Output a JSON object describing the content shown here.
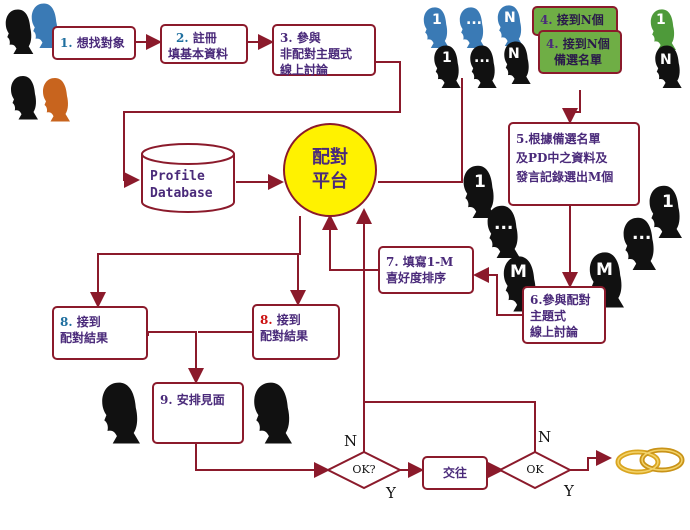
{
  "steps": {
    "s1": {
      "num": "1.",
      "text": "想找對象"
    },
    "s2": {
      "num": "2.",
      "line1": "註冊",
      "line2": "填基本資料"
    },
    "s3": {
      "num": "3.",
      "line1": "參與",
      "line2": "非配對主題式",
      "line3": "線上討論"
    },
    "s4a": {
      "num": "4.",
      "text": "接到N個"
    },
    "s4b": {
      "num": "4.",
      "line1": "接到N個",
      "line2": "備選名單"
    },
    "s5": {
      "num": "5.",
      "line1": "根據備選名單",
      "line2": "及PD中之資料及",
      "line3": "發言記錄選出M個"
    },
    "s6": {
      "num": "6.",
      "line1": "參與配對",
      "line2": "主題式",
      "line3": "線上討論"
    },
    "s7": {
      "num": "7.",
      "line1": "填寫1-M",
      "line2": "喜好度排序"
    },
    "s8a": {
      "num": "8.",
      "line1": "接到",
      "line2": "配對結果"
    },
    "s8b": {
      "num": "8.",
      "line1": "接到",
      "line2": "配對結果"
    },
    "s9": {
      "num": "9.",
      "text": "安排見面"
    },
    "date": {
      "text": "交往"
    }
  },
  "database": {
    "line1": "Profile",
    "line2": "Database"
  },
  "hub": {
    "line1": "配對",
    "line2": "平台"
  },
  "decisions": {
    "ok1": "OK?",
    "ok2": "OK",
    "n1": "N",
    "y1": "Y",
    "n2": "N",
    "y2": "Y"
  },
  "people": {
    "top_right": [
      "1",
      "...",
      "N",
      "1",
      "...",
      "N",
      "1",
      "N"
    ],
    "right_mid": [
      "1",
      "...",
      "M",
      "1",
      "...",
      "M"
    ]
  },
  "icons": [
    "person-silhouette-icon",
    "database-icon",
    "wedding-rings-icon"
  ],
  "colors": {
    "border": "#8b1a2b",
    "text": "#4a2a7a",
    "hub_fill": "#fff200",
    "highlight": "#6fae45",
    "person_blue": "#3a7ab5",
    "person_orange": "#c8641e",
    "person_black": "#111111",
    "person_green": "#4e9a3a"
  }
}
